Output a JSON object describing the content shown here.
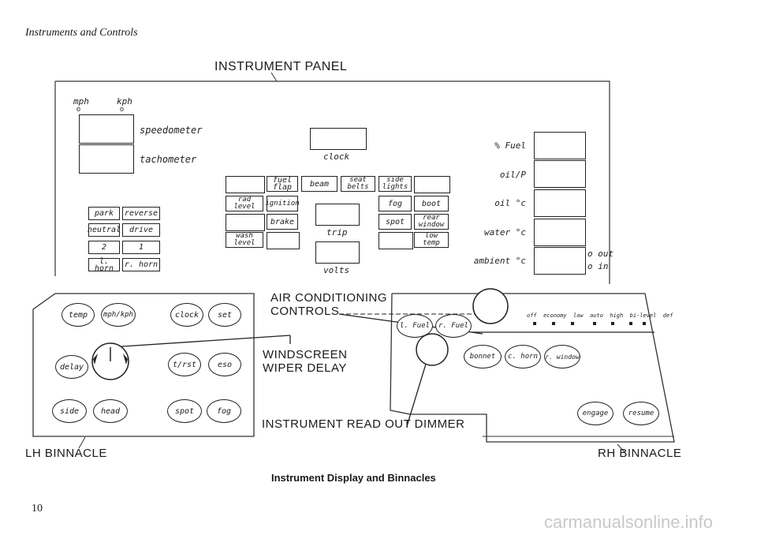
{
  "header": {
    "section": "Instruments and Controls"
  },
  "panel": {
    "title": "INSTRUMENT PANEL",
    "units": {
      "mph": "mph",
      "kph": "kph"
    },
    "speedometer": "speedometer",
    "tachometer": "tachometer",
    "clock": "clock",
    "trip": "trip",
    "volts": "volts",
    "gear_buttons": [
      "park",
      "reverse",
      "neutral",
      "drive",
      "2",
      "1"
    ],
    "horn_buttons": [
      "l. horn",
      "r. horn"
    ],
    "warning_grid": {
      "row1": [
        "",
        "fuel flap",
        "beam",
        "seat belts",
        "side lights",
        ""
      ],
      "row2": [
        "rad level",
        "ignition",
        "fog",
        "boot"
      ],
      "row3": [
        "",
        "brake",
        "spot",
        "rear window"
      ],
      "row4": [
        "wash level",
        "",
        "",
        "low temp"
      ]
    },
    "right_gauges": [
      "% Fuel",
      "oil/P",
      "oil °c",
      "water °c",
      "ambient °c"
    ],
    "ambient_options": [
      "out",
      "in"
    ]
  },
  "lh_binnacle": {
    "label": "LH BINNACLE",
    "buttons": [
      "temp",
      "mph/kph",
      "clock",
      "set",
      "delay",
      "t/rst",
      "eso",
      "side",
      "head",
      "spot",
      "fog"
    ]
  },
  "callouts": {
    "air": "AIR CONDITIONING CONTROLS",
    "wiper": "WINDSCREEN WIPER DELAY",
    "dimmer": "INSTRUMENT READ OUT DIMMER"
  },
  "rh_binnacle": {
    "label": "RH BINNACLE",
    "fuel_buttons": [
      "l. Fuel",
      "r. Fuel"
    ],
    "ac_positions": "off  economy  low  auto  high  bi-level  def",
    "buttons": [
      "bonnet",
      "c. horn",
      "r. window",
      "engage",
      "resume"
    ]
  },
  "caption": "Instrument Display and Binnacles",
  "page_number": "10",
  "watermark": "carmanualsonline.info"
}
